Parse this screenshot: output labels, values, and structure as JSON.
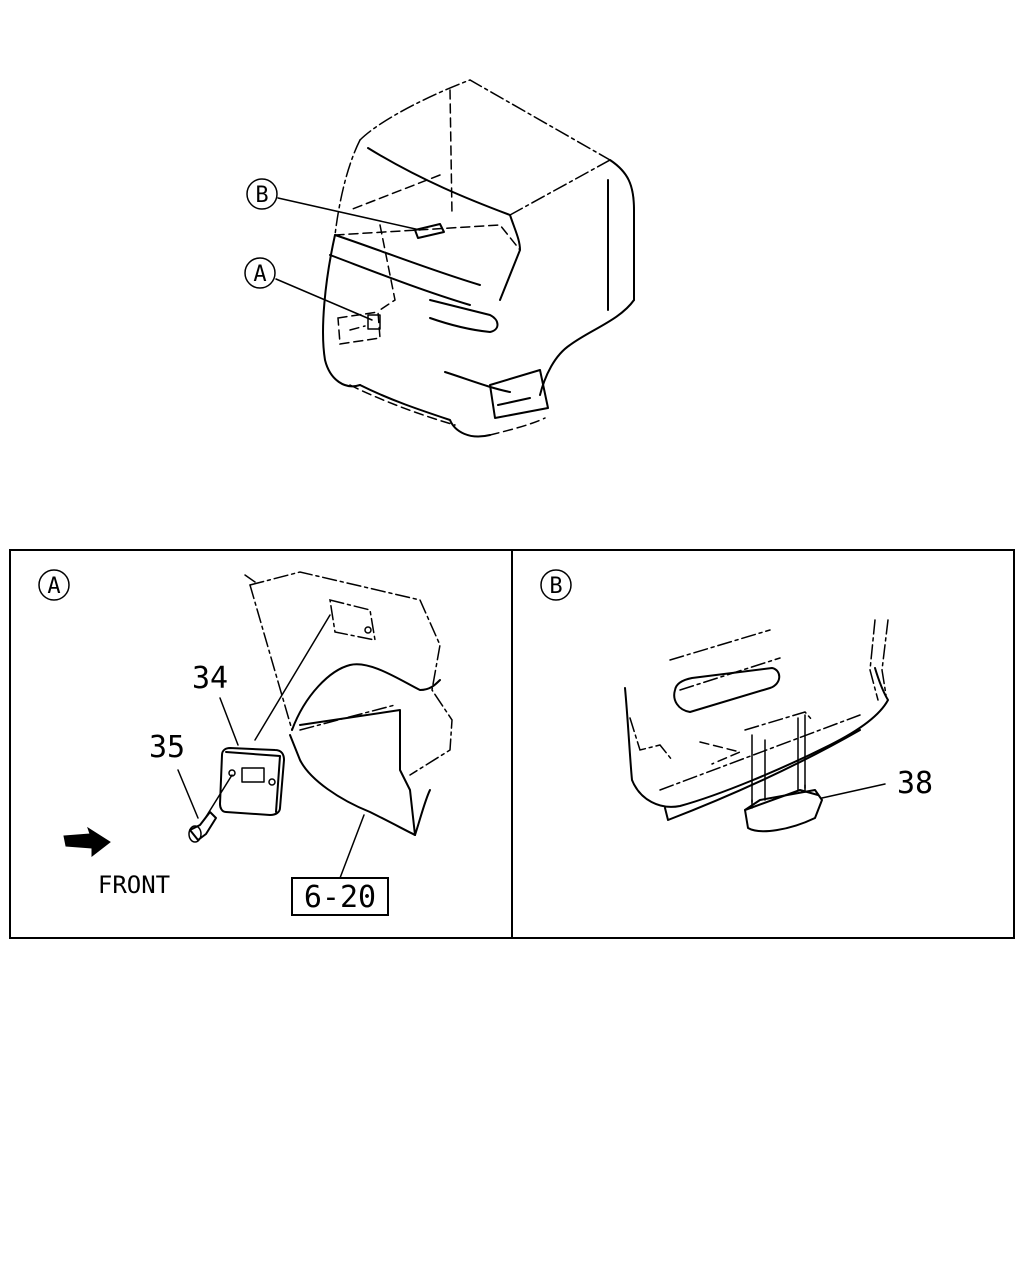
{
  "callouts": {
    "view_a_letter": "A",
    "view_b_letter": "B"
  },
  "parts": {
    "p34": "34",
    "p35": "35",
    "p38": "38"
  },
  "reference_box": "6-20",
  "direction_label": "FRONT",
  "icons": {
    "front_arrow": "front-arrow-icon"
  }
}
